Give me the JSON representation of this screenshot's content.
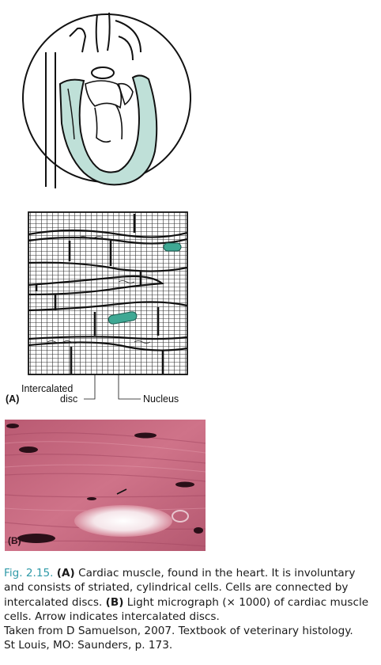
{
  "figure": {
    "panel_a_label": "(A)",
    "panel_b_label": "(B)",
    "label_intercalated_line1": "Intercalated",
    "label_intercalated_line2": "disc",
    "label_nucleus": "Nucleus"
  },
  "caption": {
    "fig_number": "Fig. 2.15.",
    "part_a_marker": "(A)",
    "part_a_text": " Cardiac muscle, found in the heart. It is involuntary and consists of striated, cylindrical cells. Cells are connected by intercalated discs. ",
    "part_b_marker": "(B)",
    "part_b_text": " Light micrograph (× 1000) of cardiac muscle cells. Arrow indicates intercalated discs.",
    "source_line1": "Taken from D Samuelson, 2007. Textbook of veterinary histology.",
    "source_line2": "St Louis, MO: Saunders, p. 173."
  },
  "colors": {
    "myocardium_teal": "#bfe0d8",
    "nucleus_teal": "#3fa894",
    "tissue_pink": "#c7697f",
    "caption_accent": "#2f9aa8"
  }
}
